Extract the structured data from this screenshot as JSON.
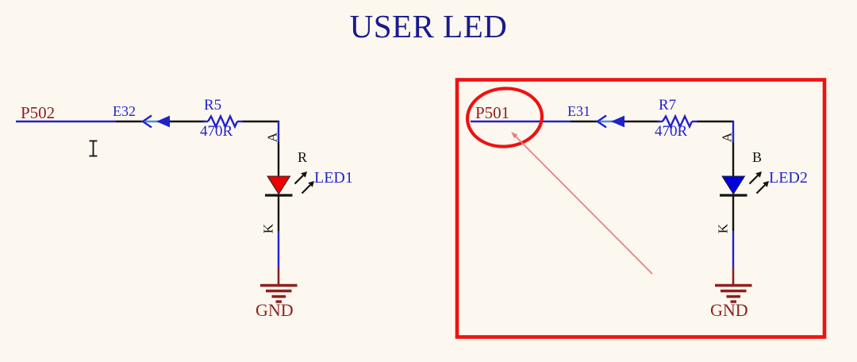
{
  "title": "USER LED",
  "palette": {
    "background": "#FCF8EF",
    "title_color": "#1A1A8F",
    "wire_blue": "#2121C9",
    "wire_black": "#141414",
    "arrow_light_blue": "#4A90D9",
    "maroon_text": "#8E2020",
    "label_blue": "#2323CC",
    "annotation_red": "#EE1212",
    "annotation_arrow_red": "#E57F7F",
    "led1_fill": "#EE0000",
    "led2_fill": "#0000DD"
  },
  "circuits": [
    {
      "net_label": "P502",
      "wire_label": "E32",
      "resistor_designator": "R5",
      "resistor_value": "470R",
      "anode_label": "A",
      "cathode_label": "K",
      "led_color_label": "R",
      "led_designator": "LED1",
      "led_fill": "#EE0000",
      "ground_label": "GND"
    },
    {
      "net_label": "P501",
      "wire_label": "E31",
      "resistor_designator": "R7",
      "resistor_value": "470R",
      "anode_label": "A",
      "cathode_label": "K",
      "led_color_label": "B",
      "led_designator": "LED2",
      "led_fill": "#0000DD",
      "ground_label": "GND"
    }
  ],
  "annotations": {
    "highlight_box_around": "LED2 circuit",
    "ellipse_around": "P501",
    "arrow_points_to": "P501 ellipse",
    "cursor": "text-i-beam"
  }
}
